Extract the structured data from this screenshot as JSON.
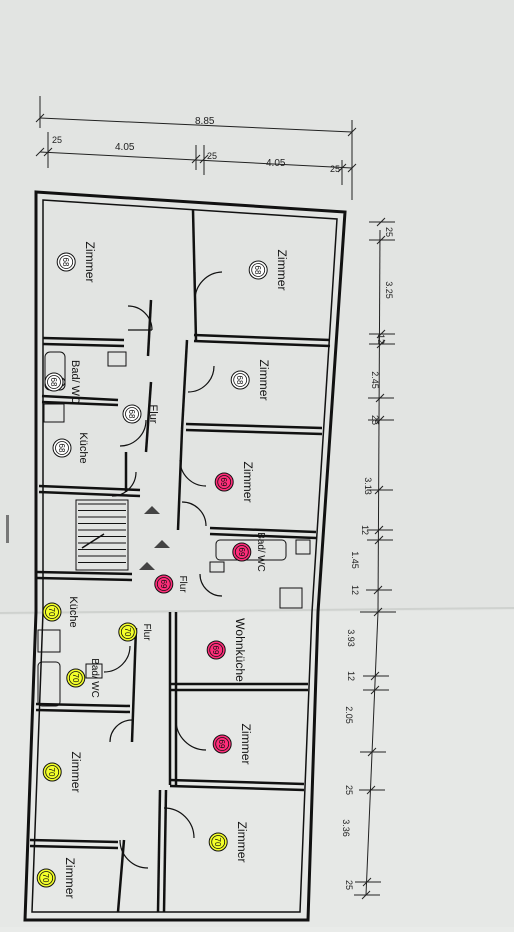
{
  "plan": {
    "dims_top": {
      "overall": "8.85",
      "left_margin": "25",
      "left_span": "4.05",
      "mid_margin": "25",
      "right_span": "4.05",
      "right_margin": "25"
    },
    "dims_right": [
      "25",
      "3.25",
      "12",
      "2.45",
      "25",
      "3.13",
      "12",
      "1.45",
      "12",
      "3.93",
      "12",
      "2.05",
      "25",
      "3.36",
      "25"
    ],
    "rooms": [
      {
        "id": "r1",
        "name": "Zimmer",
        "unit": "68"
      },
      {
        "id": "r2",
        "name": "Zimmer",
        "unit": "68"
      },
      {
        "id": "r3",
        "name": "Zimmer",
        "unit": "68"
      },
      {
        "id": "r4",
        "name": "Bad/ WC",
        "unit": "68"
      },
      {
        "id": "r5",
        "name": "Küche",
        "unit": "68"
      },
      {
        "id": "r6",
        "name": "Flur",
        "unit": "68"
      },
      {
        "id": "r7",
        "name": "Zimmer",
        "unit": "69"
      },
      {
        "id": "r8",
        "name": "Bad/ WC",
        "unit": "69"
      },
      {
        "id": "r9",
        "name": "Flur",
        "unit": "69"
      },
      {
        "id": "r10",
        "name": "Wohnküche",
        "unit": "69"
      },
      {
        "id": "r11",
        "name": "Zimmer",
        "unit": "69"
      },
      {
        "id": "r12",
        "name": "Küche",
        "unit": "70"
      },
      {
        "id": "r13",
        "name": "Flur",
        "unit": "70"
      },
      {
        "id": "r14",
        "name": "Bad/ WC",
        "unit": "70"
      },
      {
        "id": "r15",
        "name": "Zimmer",
        "unit": "70"
      },
      {
        "id": "r16",
        "name": "Zimmer",
        "unit": "70"
      },
      {
        "id": "r17",
        "name": "Zimmer",
        "unit": "70"
      }
    ],
    "marker_colors": {
      "68": "#ffffff",
      "69": "#ff2d7a",
      "70": "#f3ff2a"
    }
  }
}
